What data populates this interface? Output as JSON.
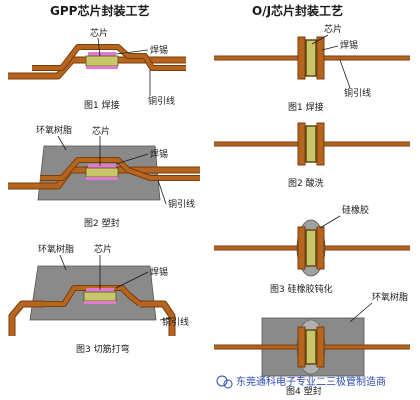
{
  "left_title": "GPP芯片封装工艺",
  "right_title": "O/J芯片封装工艺",
  "labels": {
    "chip": "芯片",
    "solder": "焊锡",
    "lead": "铜引线",
    "epoxy": "环氧树脂",
    "silicone": "硅橡胶"
  },
  "captions": {
    "gpp1": "图1 焊接",
    "gpp2": "图2 塑封",
    "gpp3": "图3 切筋打弯",
    "oj1": "图1 焊接",
    "oj2": "图2 酸洗",
    "oj3": "图3 硅橡胶钝化",
    "oj4": "图4 塑封"
  },
  "watermark": "东莞通科电子专业二三极管制造商",
  "colors": {
    "copper": "#b5651d",
    "copper_dark": "#7a3d0c",
    "chip": "#c9c66a",
    "solder_pink": "#e07ad0",
    "epoxy": "#8a8a8a",
    "oj_chip": "#5b4a12",
    "oj_silicone": "#a0a0a0"
  }
}
